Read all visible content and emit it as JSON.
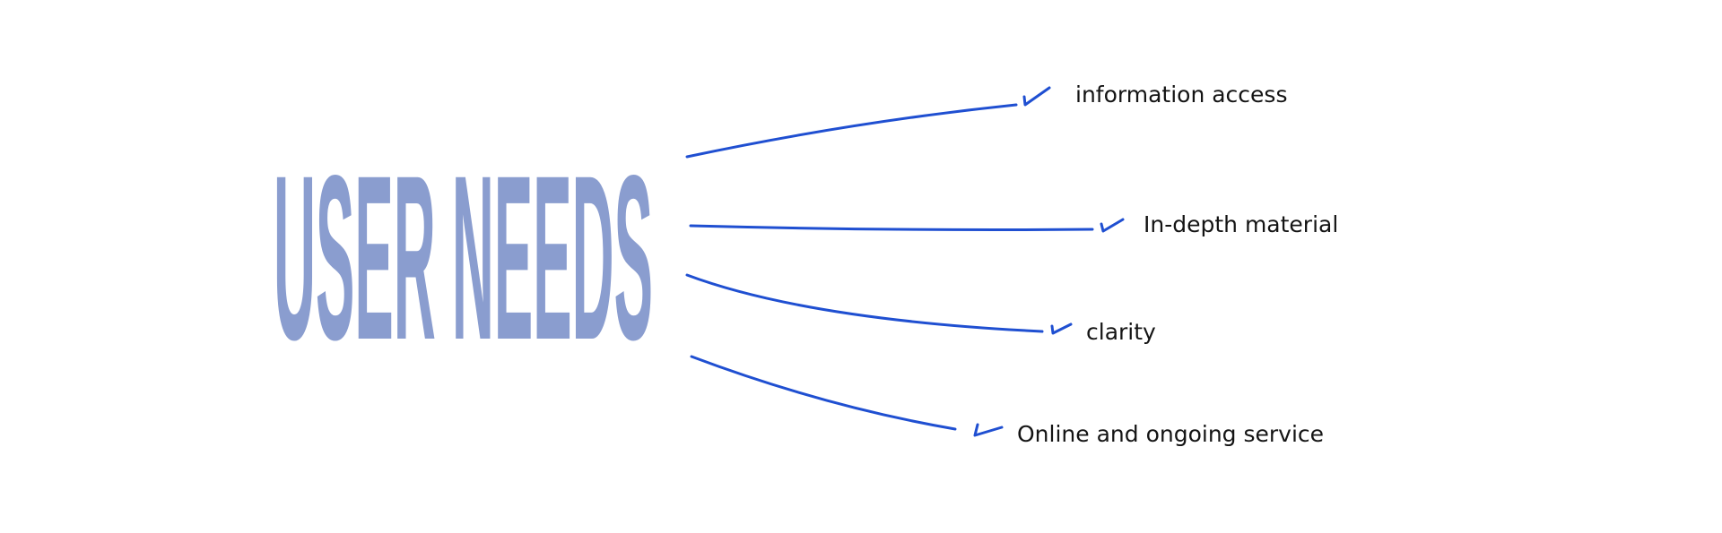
{
  "title": "USER NEEDS",
  "colors": {
    "title": "#8a9dcf",
    "line": "#1f4fd1",
    "text": "#141414",
    "background": "#ffffff"
  },
  "needs": [
    {
      "label": "information access",
      "icon": "checkmark-icon"
    },
    {
      "label": "In-depth material",
      "icon": "checkmark-icon"
    },
    {
      "label": "clarity",
      "icon": "checkmark-icon"
    },
    {
      "label": "Online and ongoing service",
      "icon": "checkmark-icon"
    }
  ]
}
